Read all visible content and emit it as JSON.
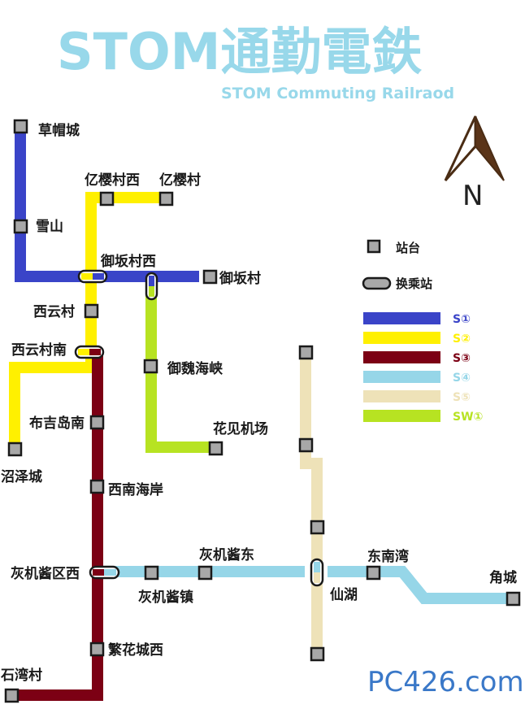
{
  "header": {
    "title": "STOM通勤電鉄",
    "subtitle": "STOM Commuting Railraod"
  },
  "compass": {
    "label": "N",
    "icon": "north-arrow-icon"
  },
  "legend": {
    "station_label": "站台",
    "transfer_label": "换乘站",
    "lines": [
      {
        "name": "S①",
        "color": "#3a44c8"
      },
      {
        "name": "S②",
        "color": "#fff000"
      },
      {
        "name": "S③",
        "color": "#7c0014"
      },
      {
        "name": "S④",
        "color": "#96d6e8"
      },
      {
        "name": "S⑤",
        "color": "#eee2b8"
      },
      {
        "name": "SW①",
        "color": "#b7e322"
      }
    ]
  },
  "stations": {
    "caomaocheng": "草帽城",
    "xueshan": "雪山",
    "yiyingcunxi": "亿樱村西",
    "yiyingcun": "亿樱村",
    "yubancunxi": "御坂村西",
    "yubancun": "御坂村",
    "xiyuncun": "西云村",
    "xiyuncunnan": "西云村南",
    "yuweihaixia": "御魏海峡",
    "bujidaonan": "布吉岛南",
    "huajianjichang": "花见机场",
    "zhaozecheng": "沼泽城",
    "xinanhaian": "西南海岸",
    "huijijiangdong": "灰机酱东",
    "dongnanwan": "东南湾",
    "jiaocheng": "角城",
    "huijijiangquxi": "灰机酱区西",
    "huijijiangzhen": "灰机酱镇",
    "xianhu": "仙湖",
    "fanhuachengxi": "繁花城西",
    "shiwancun": "石湾村"
  },
  "watermark": {
    "text": "PC426.com"
  }
}
